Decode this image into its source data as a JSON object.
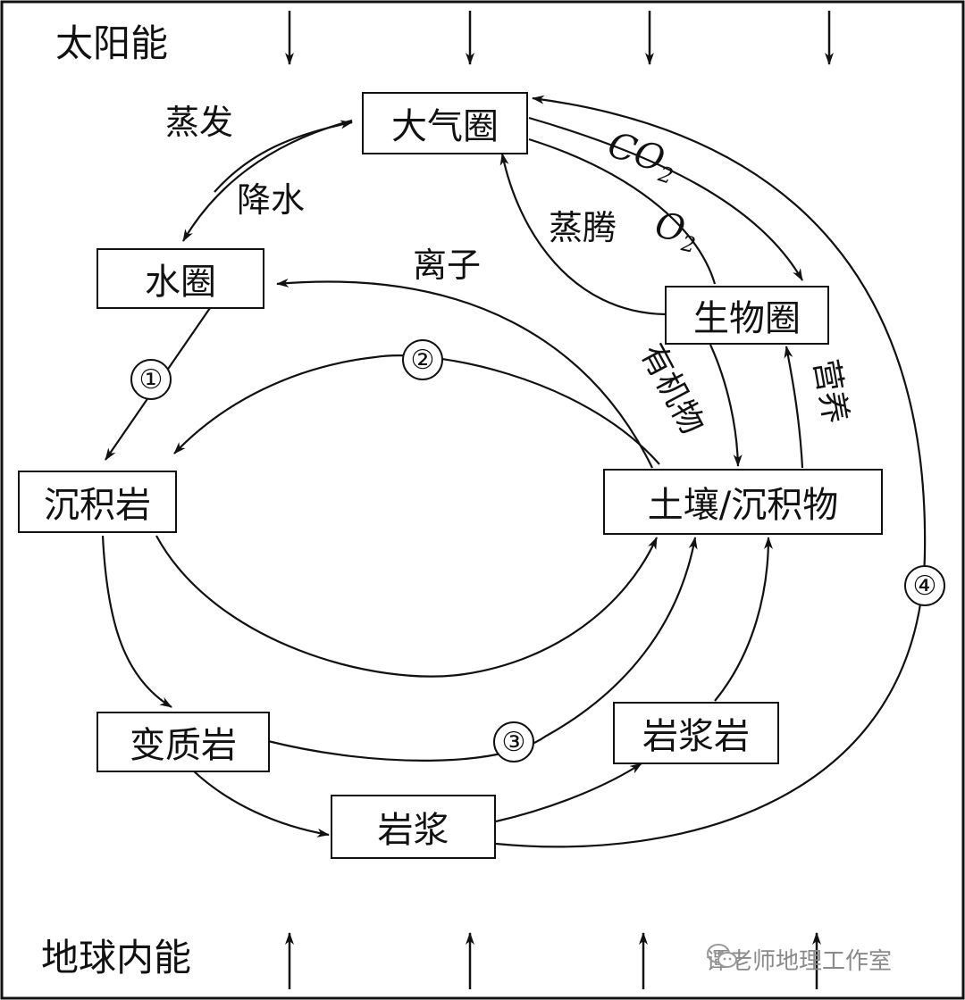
{
  "energy": {
    "top": "太阳能",
    "bottom": "地球内能"
  },
  "boxes": {
    "atmosphere": "大气圈",
    "hydrosphere": "水圈",
    "biosphere": "生物圈",
    "sedimentary_rock": "沉积岩",
    "soil_sediment": "土壤/沉积物",
    "metamorphic_rock": "变质岩",
    "igneous_rock": "岩浆岩",
    "magma": "岩浆"
  },
  "labels": {
    "evaporation": "蒸发",
    "precipitation": "降水",
    "ions": "离子",
    "transpiration": "蒸腾",
    "organic_matter": "有机物",
    "nutrients": "营养",
    "co2": "CO",
    "co2_sub": "2",
    "o2": "O",
    "o2_sub": "2"
  },
  "markers": {
    "m1": "①",
    "m2": "②",
    "m3": "③",
    "m4": "④"
  },
  "watermark": "谭老师地理工作室"
}
